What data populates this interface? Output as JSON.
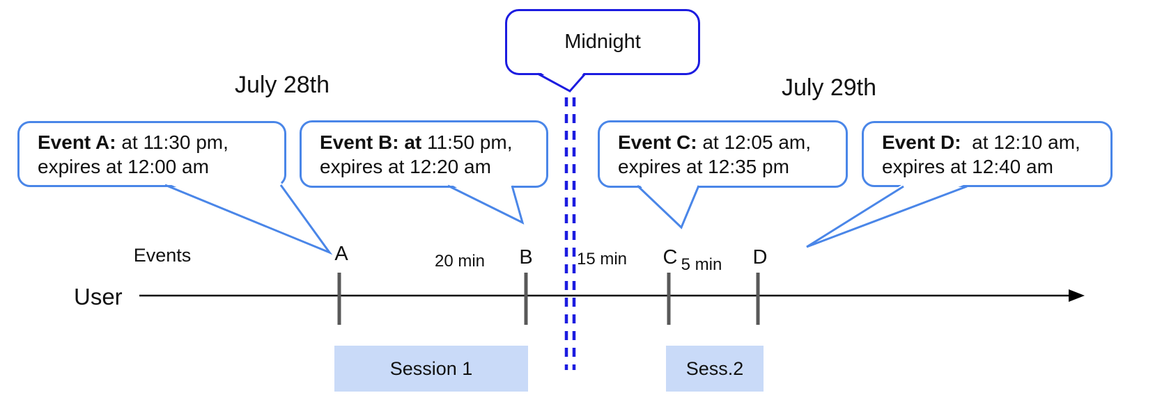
{
  "header": {
    "left_date": "July 28th",
    "right_date": "July 29th"
  },
  "midnight": {
    "label": "Midnight"
  },
  "events": [
    {
      "tick_label": "A",
      "line1_bold": "Event A:",
      "line1_rest": " at 11:30 pm,",
      "line2": "expires at 12:00 am"
    },
    {
      "tick_label": "B",
      "line1_bold": "Event B: at",
      "line1_rest": " 11:50 pm,",
      "line2": "expires at 12:20 am"
    },
    {
      "tick_label": "C",
      "line1_bold": "Event C:",
      "line1_rest": " at 12:05 am,",
      "line2": "expires at 12:35 pm"
    },
    {
      "tick_label": "D",
      "line1_bold": "Event D:",
      "line1_rest": "  at 12:10 am,",
      "line2": "expires at 12:40 am"
    }
  ],
  "timeline": {
    "events_label": "Events",
    "user_label": "User",
    "gaps": [
      "20 min",
      "15 min",
      "5 min"
    ]
  },
  "sessions": [
    {
      "label": "Session 1"
    },
    {
      "label": "Sess.2"
    }
  ],
  "colors": {
    "bubble_border": "#4a86e8",
    "midnight_blue": "#1c1ce0",
    "session_fill": "#c9daf8",
    "tick_gray": "#595959"
  }
}
